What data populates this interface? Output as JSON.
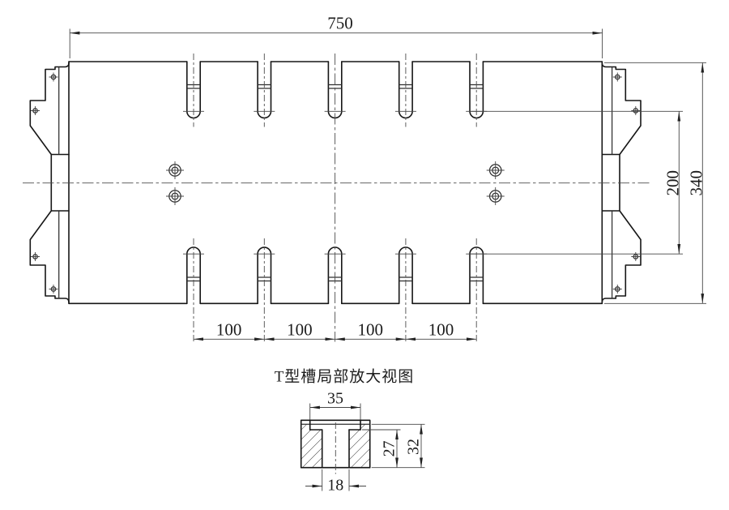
{
  "drawing": {
    "detail_title": "T型槽局部放大视图",
    "dim_overall_width": "750",
    "dim_overall_height": "340",
    "dim_slot_extent": "200",
    "dim_slot_pitch": "100",
    "dim_tslot_flange_width": "35",
    "dim_tslot_inner_depth": "27",
    "dim_tslot_total_depth": "32",
    "dim_tslot_slot_width": "18"
  }
}
